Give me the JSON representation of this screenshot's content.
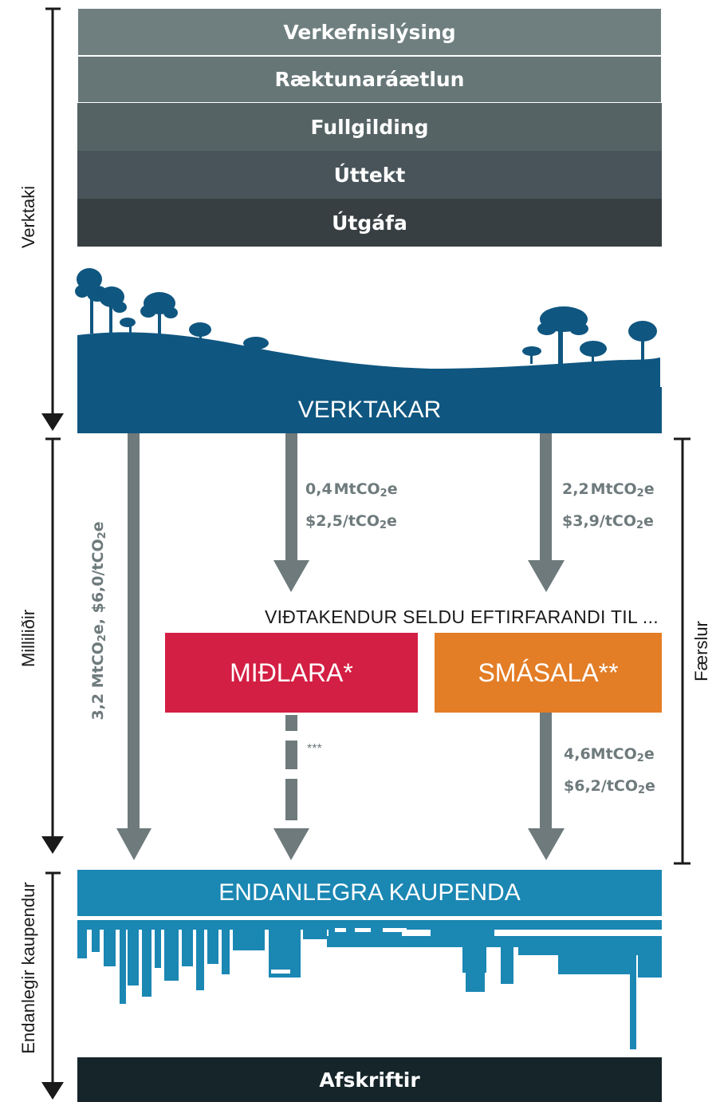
{
  "stages": [
    "Verkefnislýsing",
    "Ræktunaráætlun",
    "Fullgilding",
    "Úttekt",
    "Útgáfa"
  ],
  "contractors_label": "VERKTAKAR",
  "heading": "VIÐTAKENDUR SELDU EFTIRFARANDI TIL ...",
  "broker_label": "MIÐLARA*",
  "retailer_label": "SMÁSALA**",
  "end_buyers_label": "ENDANLEGRA KAUPENDA",
  "retirements_label": "Afskriftir",
  "flows": {
    "to_broker": {
      "volume_num": "0,4",
      "volume_unit_a": "MtCO",
      "volume_unit_b": "e",
      "price_a": "$2,5/tCO",
      "price_b": "e",
      "sub": "2"
    },
    "to_retailer": {
      "volume_num": "2,2",
      "volume_unit_a": "MtCO",
      "volume_unit_b": "e",
      "price_a": "$3,9/tCO",
      "price_b": "e",
      "sub": "2"
    },
    "direct_to_end": {
      "text_a": "3,2 MtCO",
      "text_b": "e, $6,0/tCO",
      "text_c": "e",
      "sub": "2"
    },
    "retailer_to_end": {
      "volume_num": "4,6",
      "volume_unit_a": "MtCO",
      "volume_unit_b": "e",
      "price_a": "$6,2/tCO",
      "price_b": "e",
      "sub": "2"
    },
    "broker_to_end_note": "***"
  },
  "side_labels": {
    "developers": "Verktaki",
    "intermediaries": "Milliliðir",
    "end_buyers": "Endanlegir kaupendur",
    "transactions": "Færslur"
  },
  "colors": {
    "contractors": "#0f5680",
    "broker": "#d31f43",
    "retailer": "#e37d26",
    "end_buyers": "#1b87b3",
    "arrows": "#6e7a7c"
  }
}
